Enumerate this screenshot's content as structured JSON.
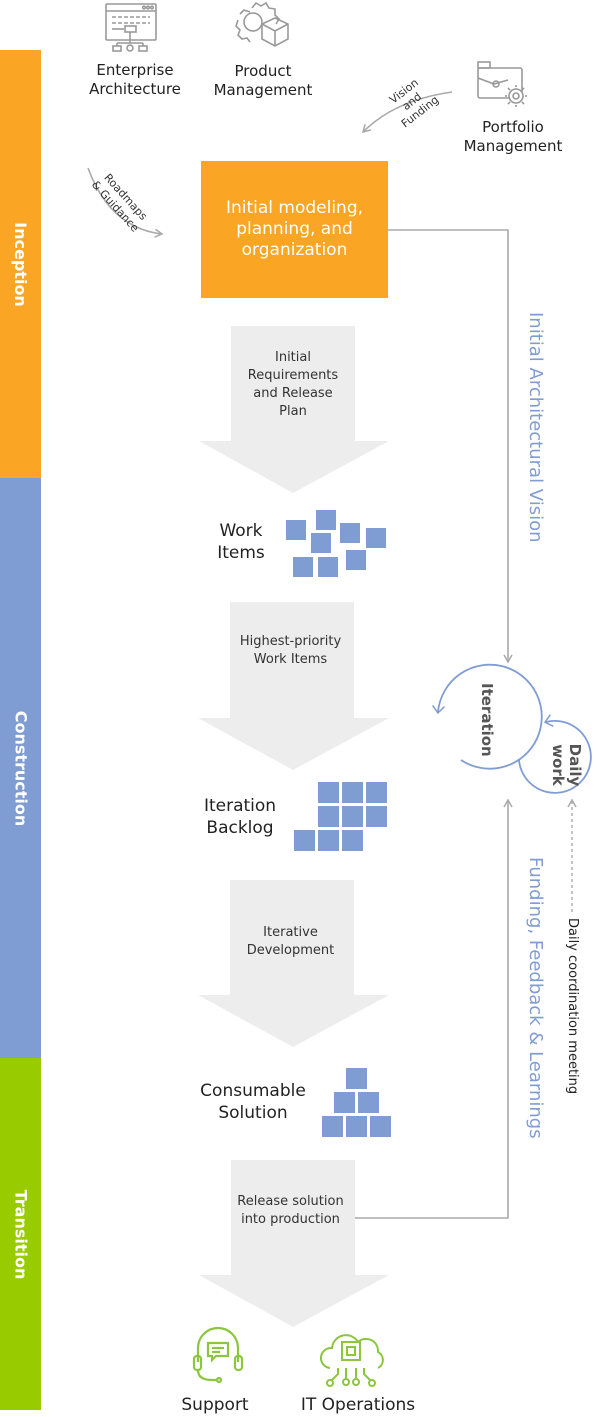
{
  "phases": [
    {
      "label": "Inception",
      "color": "#FAA624"
    },
    {
      "label": "Construction",
      "color": "#7F9CD3"
    },
    {
      "label": "Transition",
      "color": "#99CC00"
    }
  ],
  "stakeholders": {
    "enterprise_architecture": "Enterprise Architecture",
    "product_management": "Product Management",
    "portfolio_management": "Portfolio Management"
  },
  "flows": {
    "vision_funding": [
      "Vision",
      "and",
      "Funding"
    ],
    "roadmaps_guidance": [
      "Roadmaps",
      "& Guidance"
    ]
  },
  "initial_box": "Initial modeling, planning, and organization",
  "arrows": [
    "Initial Requirements and Release Plan",
    "Highest-priority Work Items",
    "Iterative Development",
    "Release solution into production"
  ],
  "artifacts": {
    "work_items": "Work Items",
    "iteration_backlog": "Iteration Backlog",
    "consumable_solution": "Consumable Solution"
  },
  "cycles": {
    "iteration": "Iteration",
    "daily_work": "Daily work"
  },
  "side_labels": {
    "initial_architectural_vision": "Initial Architectural Vision",
    "funding_feedback": "Funding, Feedback & Learnings",
    "daily_coordination": "Daily coordination meeting"
  },
  "outputs": {
    "support": "Support",
    "it_operations": "IT Operations"
  },
  "colors": {
    "accent_blue": "#7F9CD3",
    "arrow_gray": "#EDEDED",
    "line_gray": "#AAAAAA",
    "green": "#8CC63F"
  }
}
